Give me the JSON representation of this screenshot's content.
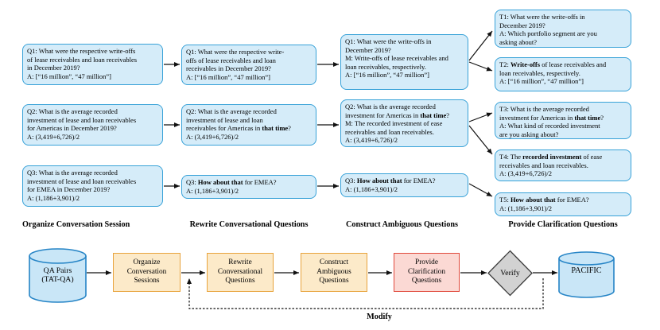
{
  "figure": {
    "columns": [
      {
        "label": "Organize Conversation Session",
        "boxes": [
          {
            "id": "Q1",
            "text": "Q1: What were the respective write-offs\nof lease receivables and loan receivables\nin December 2019?\nA: [“16 million”, “47 million”]"
          },
          {
            "id": "Q2",
            "text": "Q2: What is the average recorded\ninvestment of lease and loan receivables\nfor Americas in December 2019?\nA: (3,419+6,726)/2"
          },
          {
            "id": "Q3",
            "text": "Q3: What is the average recorded\ninvestment of lease and loan receivables\nfor EMEA in December 2019?\nA: (1,186+3,901)/2"
          }
        ]
      },
      {
        "label": "Rewrite Conversational Questions",
        "boxes": [
          {
            "id": "Q1",
            "text": "Q1: What were the respective write-\noffs of lease receivables and loan\nreceivables in December 2019?\nA: [“16 million”, “47 million”]"
          },
          {
            "id": "Q2",
            "text": "Q2: What is the average recorded\ninvestment of lease and loan\nreceivables for Americas in **that time**?\nA: (3,419+6,726)/2"
          },
          {
            "id": "Q3",
            "text": "Q3: **How about that** for EMEA?\nA: (1,186+3,901)/2"
          }
        ]
      },
      {
        "label": "Construct Ambiguous Questions",
        "boxes": [
          {
            "id": "Q1",
            "text": "Q1: What were the write-offs in\nDecember 2019?\nM: Write-offs of lease receivables and\nloan receivables, respectively.\nA: [“16 million”, “47 million”]"
          },
          {
            "id": "Q2",
            "text": "Q2: What is the average recorded\ninvestment for Americas in **that time**?\nM: The recorded investment of ease\nreceivables and loan receivables.\nA: (3,419+6,726)/2"
          },
          {
            "id": "Q3",
            "text": "Q3: **How about that** for EMEA?\nA: (1,186+3,901)/2"
          }
        ]
      },
      {
        "label": "Provide Clarification Questions",
        "boxes": [
          {
            "id": "T1",
            "text": "T1: What were the write-offs in\nDecember 2019?\nA: Which portfolio segment are you\nasking about?"
          },
          {
            "id": "T2",
            "text": "T2: **Write-offs** of lease receivables and\nloan receivables, respectively.\nA: [“16 million”, “47 million”]"
          },
          {
            "id": "T3",
            "text": "T3: What is the average recorded\ninvestment for Americas in **that time**?\nA: What kind of recorded investment\nare you asking about?"
          },
          {
            "id": "T4",
            "text": "T4: The **recorded investment** of ease\nreceivables and loan receivables.\nA: (3,419+6,726)/2"
          },
          {
            "id": "T5",
            "text": "T5: **How about that** for EMEA?\nA: (1,186+3,901)/2"
          }
        ]
      }
    ],
    "flowchart": {
      "source": "QA Pairs\n(TAT-QA)",
      "steps": [
        {
          "label": "Organize\nConversation\nSessions",
          "type": "process"
        },
        {
          "label": "Rewrite\nConversational\nQuestions",
          "type": "process"
        },
        {
          "label": "Construct\nAmbiguous\nQuestions",
          "type": "process"
        },
        {
          "label": "Provide\nClarification\nQuestions",
          "type": "highlight"
        }
      ],
      "decision": "Verify",
      "output": "PACIFIC",
      "feedback_label": "Modify"
    },
    "colors": {
      "qa_box_fill": "#D5ECF9",
      "qa_box_border": "#38A2D8",
      "process_fill": "#FCEAC9",
      "process_border": "#E8A33C",
      "highlight_fill": "#FBD9D4",
      "highlight_border": "#E0493C",
      "decision_fill": "#D2D2D2",
      "decision_border": "#3C3C3C",
      "cylinder_fill": "#C9E6F7",
      "cylinder_border": "#2584C6",
      "arrow": "#111111"
    }
  }
}
